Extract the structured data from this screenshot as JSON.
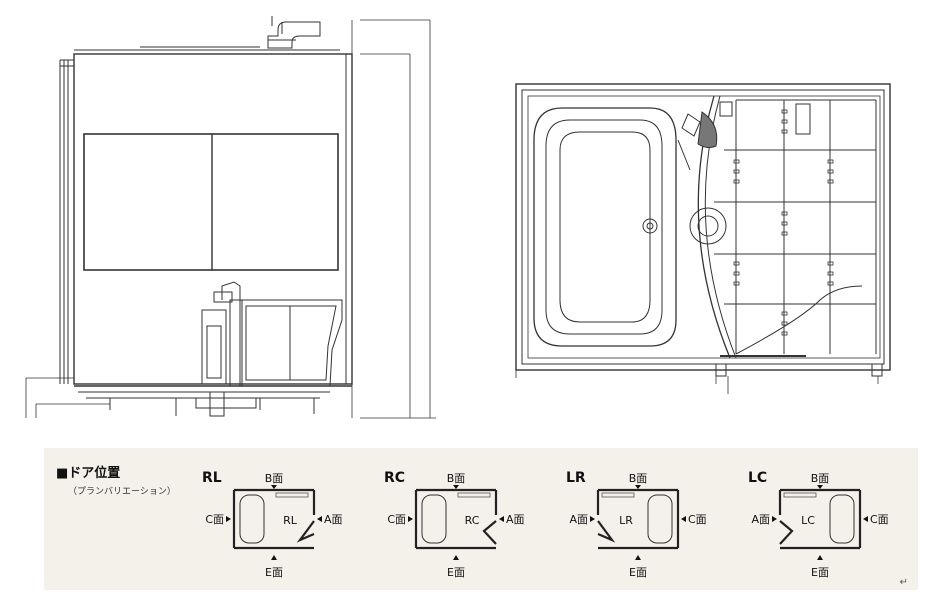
{
  "legend": {
    "title": "■ドア位置",
    "subtitle": "（プランバリエーション）",
    "return_mark": "↵",
    "variants": [
      {
        "code": "RL",
        "top": "B面",
        "bottom": "E面",
        "left": "C面",
        "right": "A面",
        "tub_side": "left",
        "door_side": "right",
        "door_style": "hinge"
      },
      {
        "code": "RC",
        "top": "B面",
        "bottom": "E面",
        "left": "C面",
        "right": "A面",
        "tub_side": "left",
        "door_side": "right",
        "door_style": "fold"
      },
      {
        "code": "LR",
        "top": "B面",
        "bottom": "E面",
        "left": "A面",
        "right": "C面",
        "tub_side": "right",
        "door_side": "left",
        "door_style": "hinge"
      },
      {
        "code": "LC",
        "top": "B面",
        "bottom": "E面",
        "left": "A面",
        "right": "C面",
        "tub_side": "right",
        "door_side": "left",
        "door_style": "fold"
      }
    ]
  }
}
